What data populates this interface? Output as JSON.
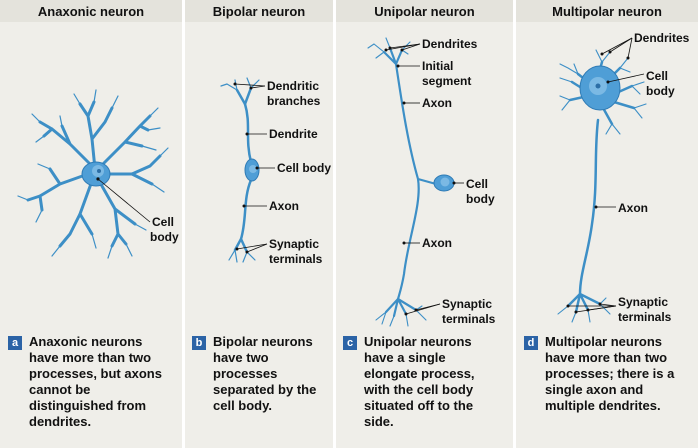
{
  "panels": [
    {
      "title": "Anaxonic neuron",
      "badge": "a",
      "caption": "Anaxonic neurons\nhave more than two\nprocesses, but axons\ncannot be\ndistinguished from\ndendrites.",
      "labels": {
        "cell_body": [
          "Cell",
          "body"
        ]
      }
    },
    {
      "title": "Bipolar neuron",
      "badge": "b",
      "caption": "Bipolar neurons\nhave two\nprocesses\nseparated by the\ncell body.",
      "labels": {
        "dendritic_branches": [
          "Dendritic",
          "branches"
        ],
        "dendrite": "Dendrite",
        "cell_body": "Cell body",
        "axon": "Axon",
        "synaptic_terminals": [
          "Synaptic",
          "terminals"
        ]
      }
    },
    {
      "title": "Unipolar neuron",
      "badge": "c",
      "caption": "Unipolar neurons\nhave a single\nelongate process,\nwith the cell body\nsituated off to the\nside.",
      "labels": {
        "dendrites": "Dendrites",
        "initial_segment": [
          "Initial",
          "segment"
        ],
        "axon_upper": "Axon",
        "cell_body": [
          "Cell",
          "body"
        ],
        "axon_lower": "Axon",
        "synaptic_terminals": [
          "Synaptic",
          "terminals"
        ]
      }
    },
    {
      "title": "Multipolar neuron",
      "badge": "d",
      "caption": "Multipolar neurons\nhave more than two\nprocesses; there is a\nsingle axon and\nmultiple dendrites.",
      "labels": {
        "dendrites": "Dendrites",
        "cell_body": [
          "Cell",
          "body"
        ],
        "axon": "Axon",
        "synaptic_terminals": [
          "Synaptic",
          "terminals"
        ]
      }
    }
  ],
  "colors": {
    "panel_bg": "#efeee9",
    "header_bg": "#e4e3dc",
    "neuron": "#4f9ed6",
    "process": "#3d8fc6",
    "badge": "#2b63a6"
  }
}
